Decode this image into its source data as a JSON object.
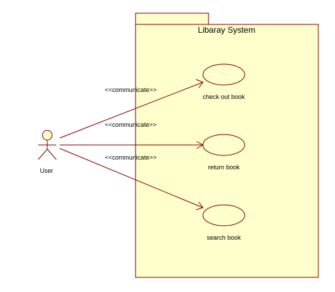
{
  "system": {
    "title": "Libaray System",
    "fill_color": "#ffffcc",
    "line_color": "#800000"
  },
  "actor": {
    "name": "User",
    "icon": "stick-figure-actor-icon"
  },
  "use_cases": [
    {
      "label": "check out book"
    },
    {
      "label": "return book"
    },
    {
      "label": "search book"
    }
  ],
  "associations": [
    {
      "stereotype": "<<communicate>>"
    },
    {
      "stereotype": "<<communicate>>"
    },
    {
      "stereotype": "<<communicate>>"
    }
  ]
}
